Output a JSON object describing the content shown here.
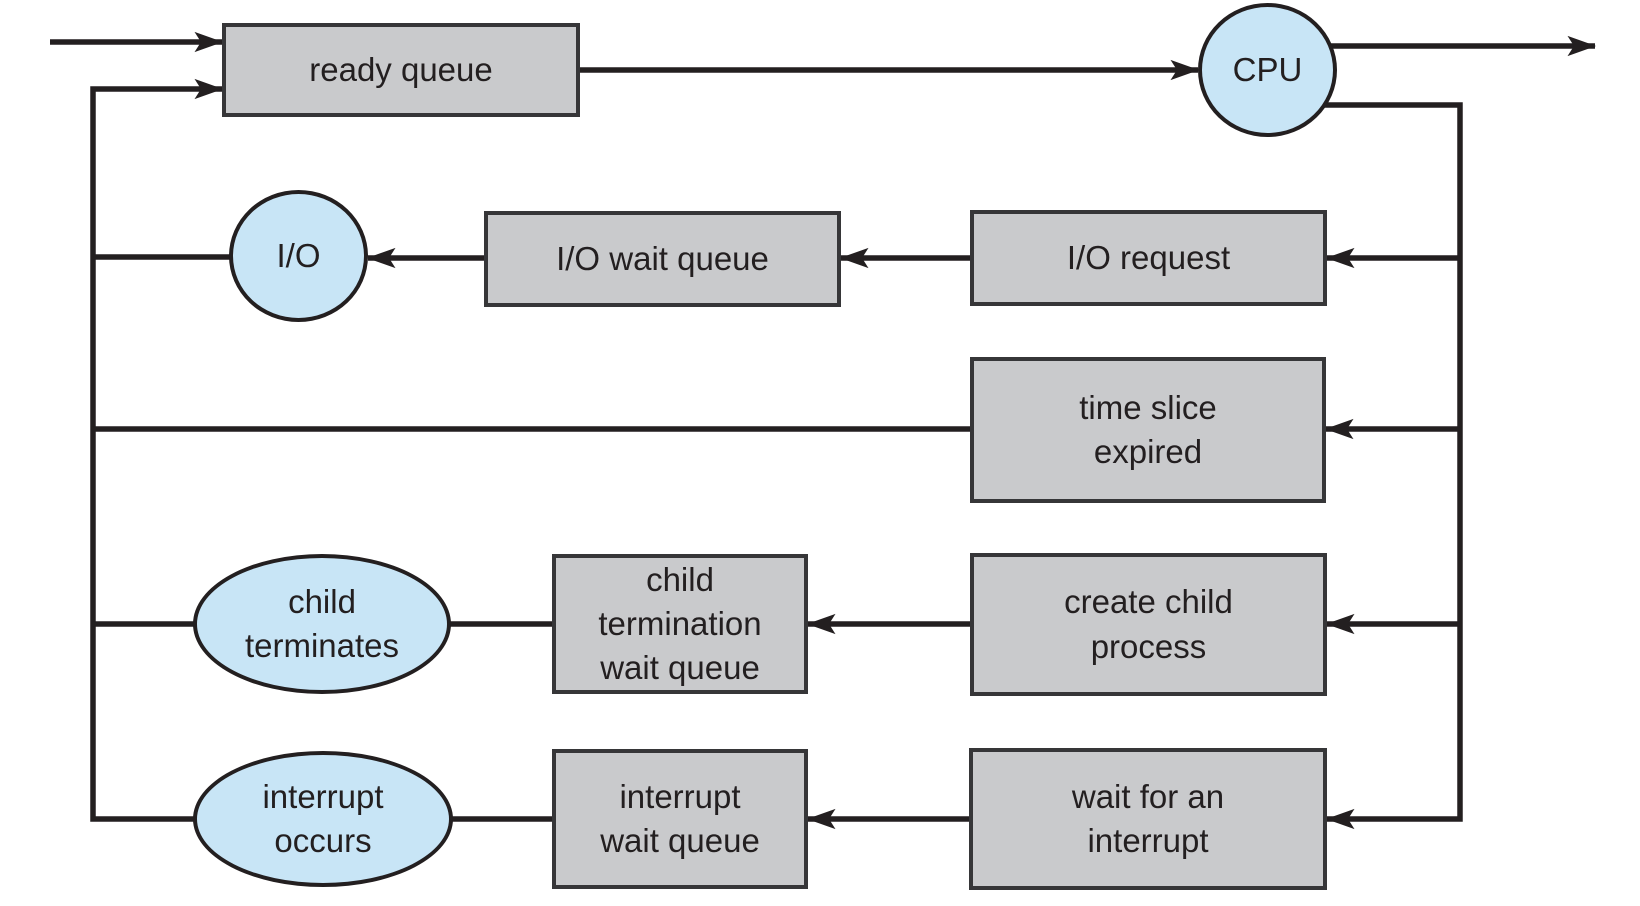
{
  "colors": {
    "line": "#231f20",
    "queue_fill": "#c9cacc",
    "box_border": "#363638",
    "event_fill": "#c8e5f6",
    "background": "#ffffff"
  },
  "nodes": {
    "ready_queue": {
      "label": "ready queue"
    },
    "cpu": {
      "label": "CPU"
    },
    "io": {
      "label": "I/O"
    },
    "io_wait_queue": {
      "label": "I/O wait queue"
    },
    "io_request": {
      "label": "I/O request"
    },
    "time_slice_expired": {
      "label": [
        "time slice",
        "expired"
      ]
    },
    "child_terminates": {
      "label": [
        "child",
        "terminates"
      ]
    },
    "child_termination_wait_queue": {
      "label": [
        "child",
        "termination",
        "wait queue"
      ]
    },
    "create_child_process": {
      "label": [
        "create child",
        "process"
      ]
    },
    "interrupt_occurs": {
      "label": [
        "interrupt",
        "occurs"
      ]
    },
    "interrupt_wait_queue": {
      "label": [
        "interrupt",
        "wait queue"
      ]
    },
    "wait_for_an_interrupt": {
      "label": [
        "wait for an",
        "interrupt"
      ]
    }
  }
}
